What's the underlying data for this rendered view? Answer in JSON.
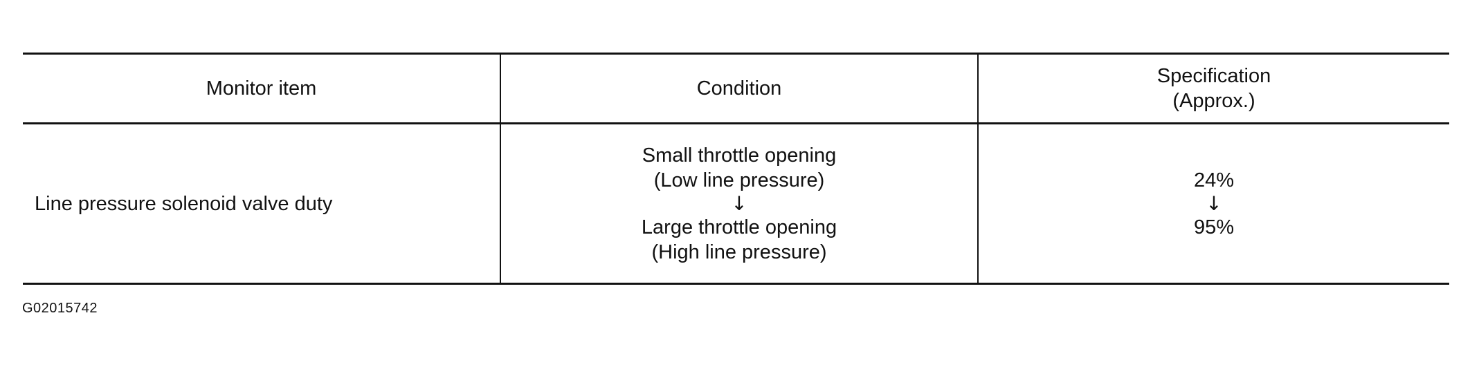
{
  "table": {
    "headers": {
      "monitor_item": "Monitor item",
      "condition": "Condition",
      "specification_line1": "Specification",
      "specification_line2": "(Approx.)"
    },
    "rows": [
      {
        "monitor_item": "Line pressure solenoid valve duty",
        "condition": {
          "from_line1": "Small throttle opening",
          "from_line2": "(Low line pressure)",
          "arrow": "↓",
          "to_line1": "Large throttle opening",
          "to_line2": "(High line pressure)"
        },
        "specification": {
          "from": "24%",
          "arrow": "↓",
          "to": "95%"
        }
      }
    ]
  },
  "figure_id": "G02015742"
}
